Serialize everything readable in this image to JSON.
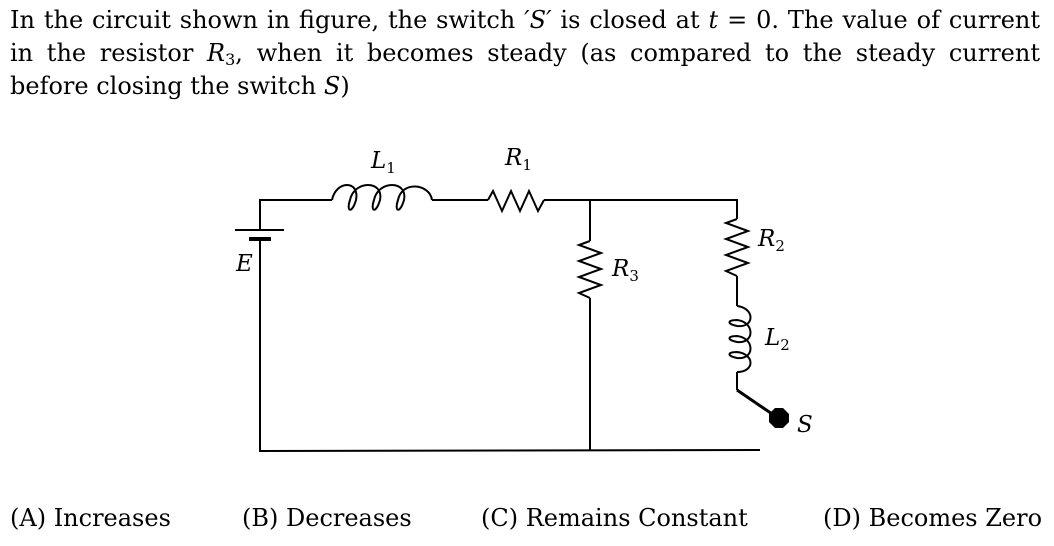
{
  "question": {
    "part1": "In the circuit shown in figure, the switch ",
    "switch_quoted": "′S′",
    "part2": " is closed at ",
    "t_var": "t",
    "t_eq": " = 0.",
    "part3": " The value of current in the resistor ",
    "resistor_main": "R",
    "resistor_sub": "3",
    "part4": ", when it becomes steady (as compared to the steady current before closing the switch ",
    "switch_name": "S",
    "part5": ")"
  },
  "circuit": {
    "labels": {
      "L1": {
        "main": "L",
        "sub": "1"
      },
      "R1": {
        "main": "R",
        "sub": "1"
      },
      "R2": {
        "main": "R",
        "sub": "2"
      },
      "R3": {
        "main": "R",
        "sub": "3"
      },
      "L2": {
        "main": "L",
        "sub": "2"
      },
      "E": "E",
      "S": "S"
    }
  },
  "options": [
    {
      "label": "(A) Increases"
    },
    {
      "label": "(B) Decreases"
    },
    {
      "label": "(C) Remains Constant"
    },
    {
      "label": "(D) Becomes Zero"
    }
  ]
}
